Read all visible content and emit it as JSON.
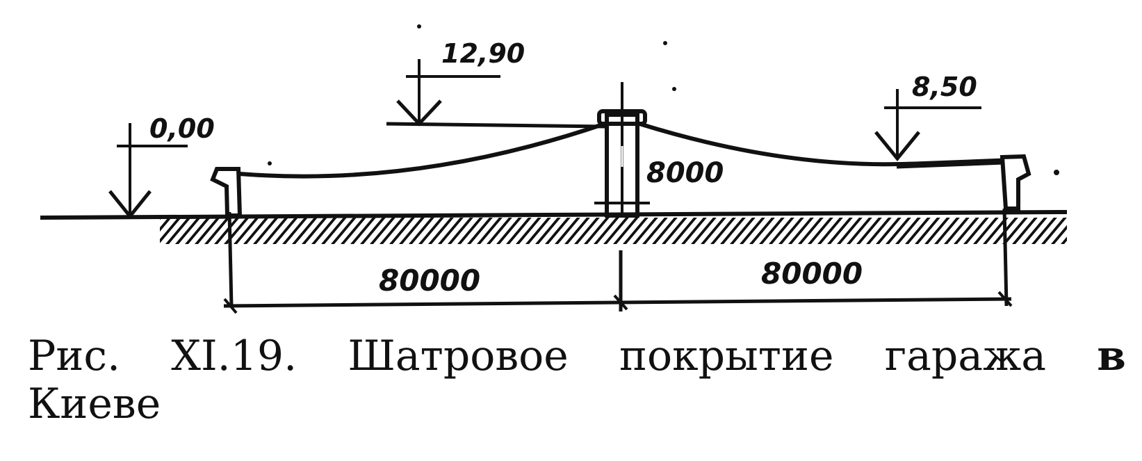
{
  "figure": {
    "elevations": {
      "left": "0,00",
      "peak": "12,90",
      "right": "8,50"
    },
    "dimensions": {
      "mast_height": "8000",
      "span_left": "80000",
      "span_right": "80000"
    },
    "caption": {
      "label": "Рис.",
      "number": "XI.19.",
      "words": [
        "Шатровое",
        "покрытие",
        "гаража",
        "в"
      ],
      "continuation": "Киеве"
    }
  }
}
